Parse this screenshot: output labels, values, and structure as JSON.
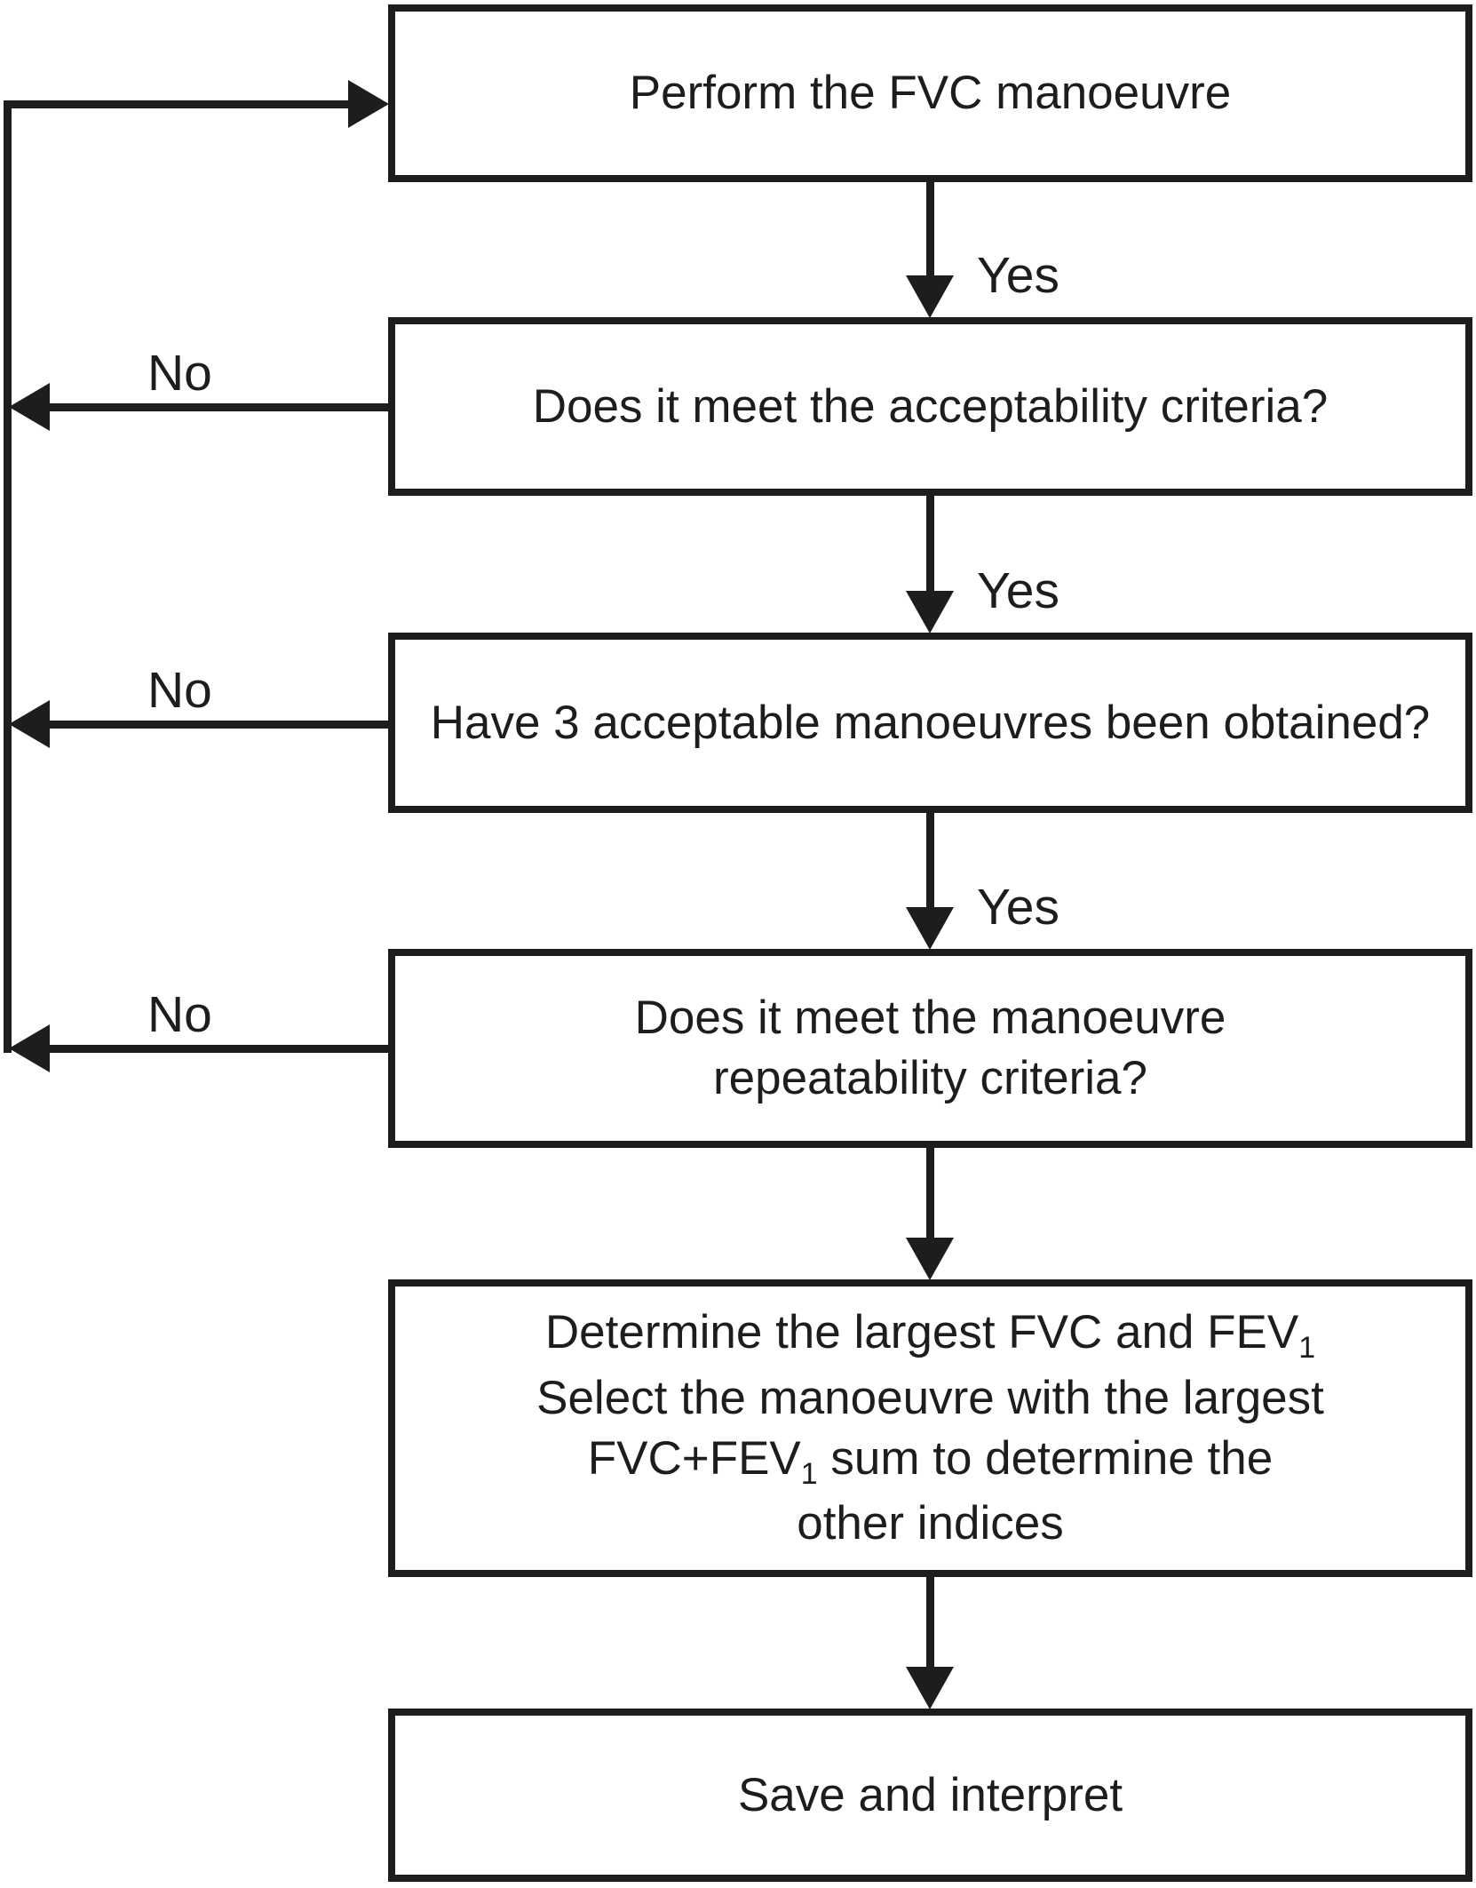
{
  "figure": {
    "type": "flowchart",
    "nodes": {
      "perform": {
        "label": "Perform the FVC manoeuvre"
      },
      "acceptability": {
        "label": "Does it meet the acceptability criteria?"
      },
      "three_acceptable": {
        "label": "Have 3 acceptable manoeuvres been obtained?"
      },
      "repeatability": {
        "line1": "Does it meet the manoeuvre",
        "line2": "repeatability criteria?"
      },
      "determine": {
        "line1_main": "Determine the largest FVC and FEV",
        "line1_sub": "1",
        "line2": "Select the manoeuvre with the largest",
        "line3_main": "FVC+FEV",
        "line3_sub": "1",
        "line3_rest": " sum to determine the",
        "line4": "other indices"
      },
      "save": {
        "label": "Save and interpret"
      }
    },
    "edge_labels": {
      "yes_1": "Yes",
      "yes_2": "Yes",
      "yes_3": "Yes",
      "no_1": "No",
      "no_2": "No",
      "no_3": "No"
    },
    "colors": {
      "line": "#1d1d1b",
      "text": "#1d1d1b",
      "background": "#ffffff",
      "box_fill": "#ffffff"
    }
  }
}
